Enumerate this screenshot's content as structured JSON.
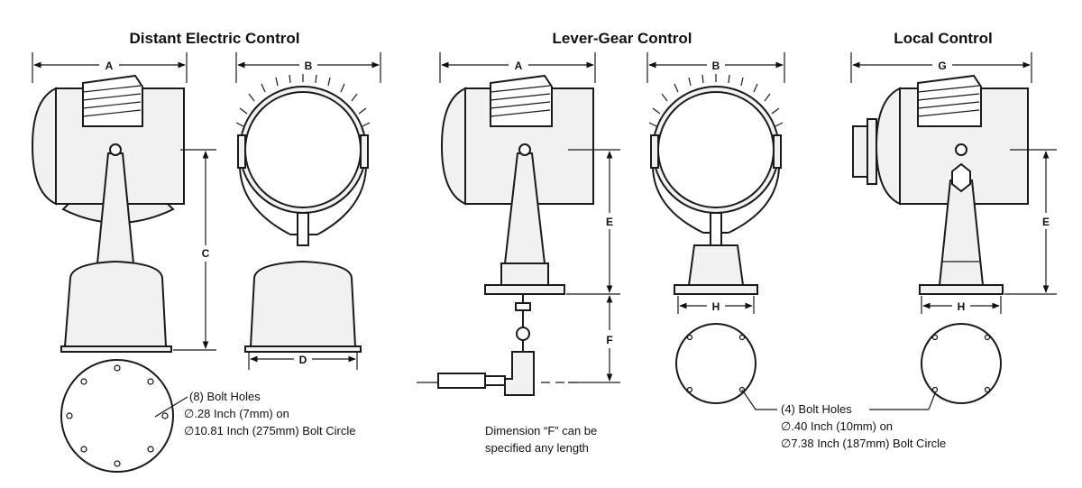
{
  "titles": {
    "distant": "Distant Electric Control",
    "lever": "Lever-Gear Control",
    "local": "Local Control"
  },
  "dims": {
    "a": "A",
    "b": "B",
    "c": "C",
    "d": "D",
    "e": "E",
    "f": "F",
    "g": "G",
    "h": "H"
  },
  "notes": {
    "distant_holes": {
      "line1": "(8) Bolt Holes",
      "line2": "∅.28 Inch (7mm) on",
      "line3": "∅10.81 Inch (275mm) Bolt Circle"
    },
    "lever_f": {
      "line1": "Dimension “F” can be",
      "line2": "specified any length"
    },
    "local_holes": {
      "line1": "(4) Bolt Holes",
      "line2": "∅.40 Inch (10mm) on",
      "line3": "∅7.38 Inch (187mm) Bolt Circle"
    }
  }
}
